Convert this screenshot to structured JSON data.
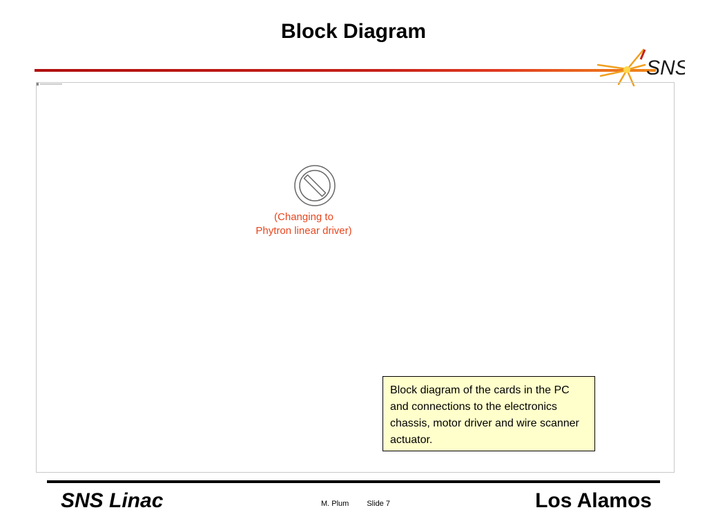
{
  "slide": {
    "title": "Block Diagram",
    "logo_text": "SNS",
    "placeholder_note_line1": "(Changing to",
    "placeholder_note_line2": "Phytron linear driver)",
    "caption": "Block diagram of the cards in the PC and connections to the electronics chassis, motor driver and wire scanner actuator.",
    "image_status_icon": "no-image-icon"
  },
  "footer": {
    "left": "SNS Linac",
    "author": "M. Plum",
    "slide_number": "Slide 7",
    "right": "Los Alamos"
  },
  "colors": {
    "accent_red": "#c62018",
    "accent_orange": "#f08a1a",
    "note_text": "#e8461e",
    "caption_background": "#ffffcc"
  }
}
